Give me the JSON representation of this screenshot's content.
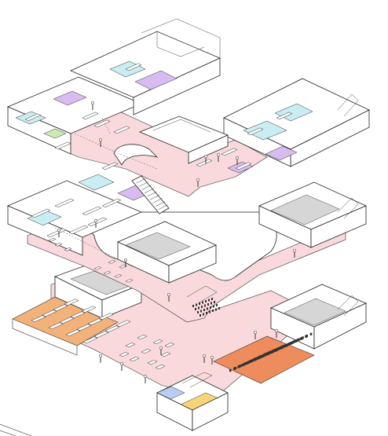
{
  "figure": {
    "kind": "exploded-axonometric-floor-plans",
    "levels": [
      "upper-floor",
      "middle-floor",
      "ground-floor"
    ],
    "zone_colors": {
      "circulation": "#f9d9dc",
      "meeting": "#d8bbf0",
      "study": "#c8eef3",
      "green": "#cfe9b4",
      "dining": "#f2b27a",
      "auditorium": "#ef8c5c",
      "blue": "#b9cdf2",
      "yellow": "#f8d57a",
      "grey": "#d6d6d6",
      "outline": "#222222"
    }
  }
}
